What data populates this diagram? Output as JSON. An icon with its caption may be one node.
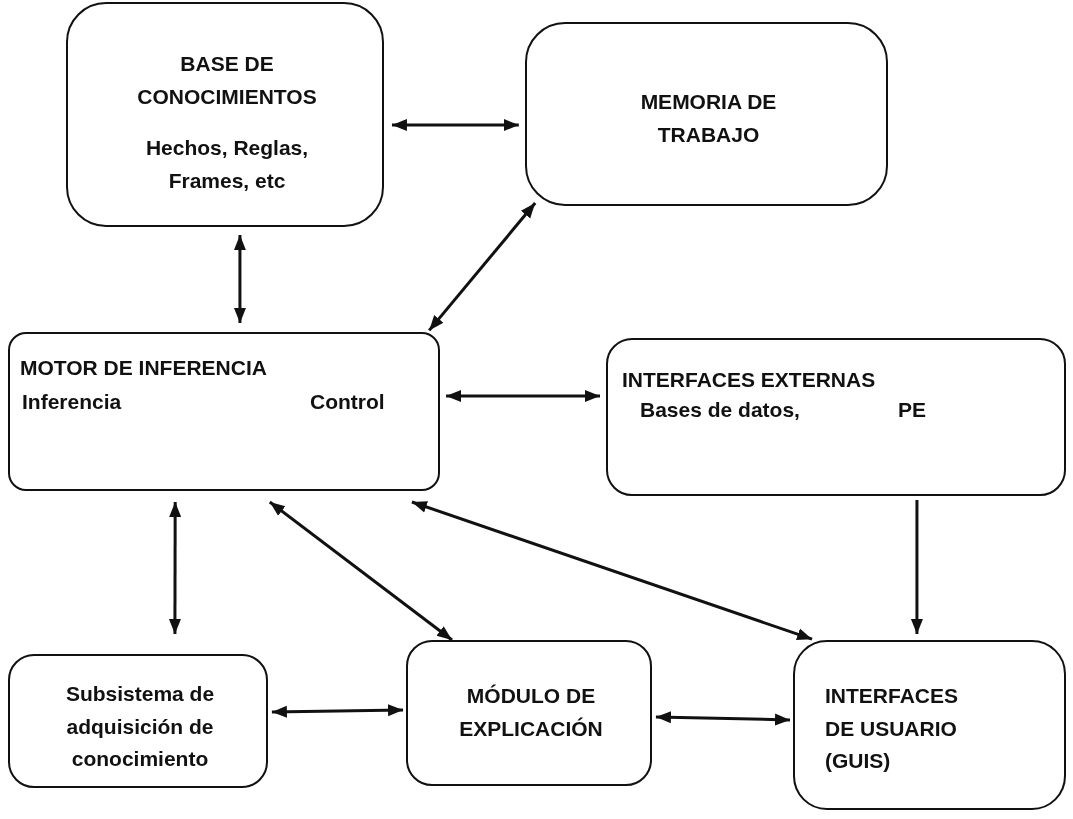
{
  "diagram": {
    "nodes": [
      {
        "text": [
          "BASE DE CONOCIMIENTOS",
          "Hechos, Reglas, Frames, etc"
        ]
      },
      {
        "text": [
          "MEMORIA DE TRABAJO"
        ]
      },
      {
        "text": [
          "MOTOR DE INFERENCIA",
          "Inferencia",
          "Control"
        ]
      },
      {
        "text": [
          "INTERFACES EXTERNAS",
          "Bases de datos,",
          "PE"
        ]
      },
      {
        "text": [
          "Subsistema de adquisición de conocimiento"
        ]
      },
      {
        "text": [
          "MÓDULO DE EXPLICACIÓN"
        ]
      },
      {
        "text": [
          "INTERFACES DE USUARIO (GUIS)"
        ]
      }
    ],
    "edges": [
      {
        "from": 0,
        "to": 1,
        "arrow": "both"
      },
      {
        "from": 1,
        "to": 2,
        "arrow": "both"
      },
      {
        "from": 0,
        "to": 2,
        "arrow": "both"
      },
      {
        "from": 2,
        "to": 3,
        "arrow": "both"
      },
      {
        "from": 2,
        "to": 4,
        "arrow": "both"
      },
      {
        "from": 2,
        "to": 5,
        "arrow": "both"
      },
      {
        "from": 2,
        "to": 6,
        "arrow": "both"
      },
      {
        "from": 3,
        "to": 6,
        "arrow": "to"
      },
      {
        "from": 4,
        "to": 5,
        "arrow": "both"
      },
      {
        "from": 5,
        "to": 6,
        "arrow": "both"
      }
    ]
  }
}
